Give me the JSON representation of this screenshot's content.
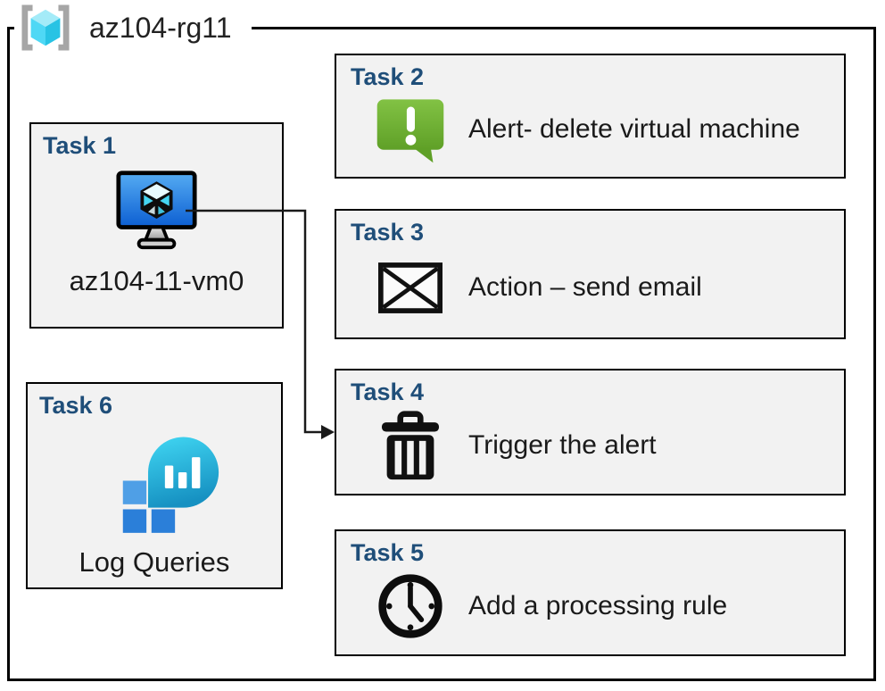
{
  "resource_group": {
    "name": "az104-rg11",
    "icon": "resource-group-icon"
  },
  "tasks": [
    {
      "id": "task-1",
      "title": "Task 1",
      "icon": "virtual-machine-icon",
      "label": "az104-11-vm0"
    },
    {
      "id": "task-2",
      "title": "Task 2",
      "icon": "alert-icon",
      "label": "Alert- delete virtual machine"
    },
    {
      "id": "task-3",
      "title": "Task 3",
      "icon": "email-icon",
      "label": "Action – send email"
    },
    {
      "id": "task-4",
      "title": "Task 4",
      "icon": "trash-icon",
      "label": "Trigger the alert"
    },
    {
      "id": "task-5",
      "title": "Task 5",
      "icon": "clock-icon",
      "label": "Add a processing rule"
    },
    {
      "id": "task-6",
      "title": "Task 6",
      "icon": "log-queries-icon",
      "label": "Log Queries"
    }
  ],
  "connector": {
    "from": "task-1",
    "to": "task-4"
  },
  "colors": {
    "task_title": "#1f4e79",
    "box_fill": "#f2f2f2",
    "border": "#000000",
    "alert_green_top": "#82c244",
    "alert_green_bottom": "#5fa027",
    "vm_screen_top": "#55acf3",
    "vm_screen_bottom": "#0c5ed2",
    "log_teal_top": "#41d7f3",
    "log_teal_bottom": "#1691c2",
    "log_square_light": "#4f9fe6",
    "log_square_dark": "#2b7fd9",
    "cube_top": "#a4ebf8",
    "cube_left": "#4fd8f5",
    "cube_right": "#28c3e4",
    "bracket_gray": "#a6a6a6"
  }
}
